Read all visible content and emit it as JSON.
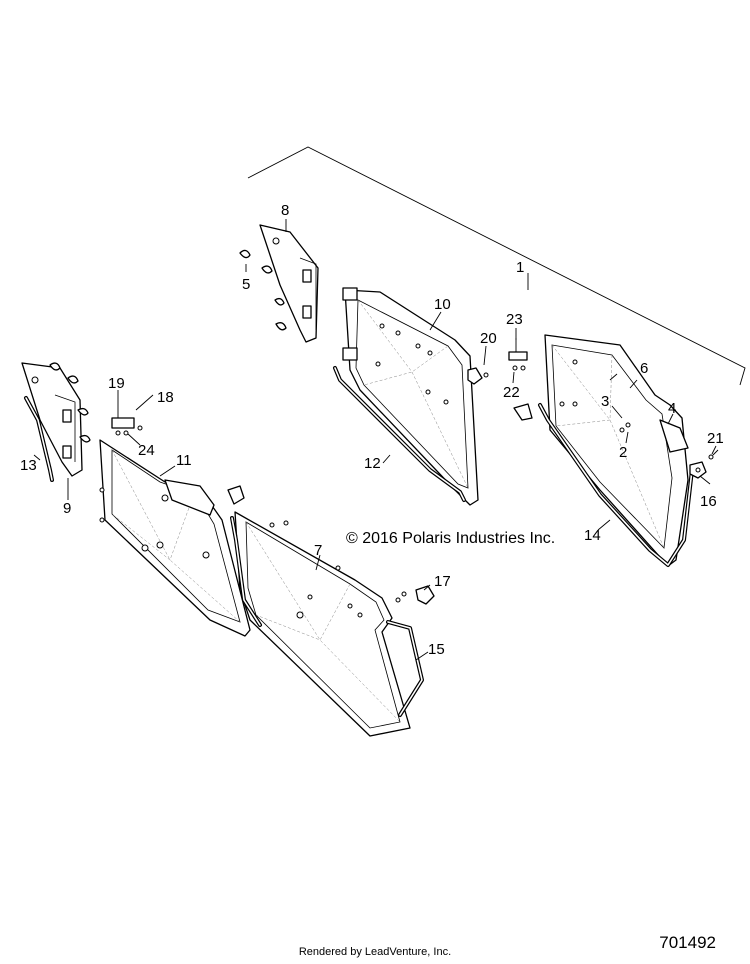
{
  "copyright": "© 2016 Polaris Industries Inc.",
  "footer": "Rendered by LeadVenture, Inc.",
  "drawing_number": "701492",
  "callouts": [
    {
      "id": "c1",
      "label": "1"
    },
    {
      "id": "c2",
      "label": "2"
    },
    {
      "id": "c3",
      "label": "3"
    },
    {
      "id": "c4",
      "label": "4"
    },
    {
      "id": "c5",
      "label": "5"
    },
    {
      "id": "c6",
      "label": "6"
    },
    {
      "id": "c7",
      "label": "7"
    },
    {
      "id": "c8",
      "label": "8"
    },
    {
      "id": "c9",
      "label": "9"
    },
    {
      "id": "c10",
      "label": "10"
    },
    {
      "id": "c11",
      "label": "11"
    },
    {
      "id": "c12",
      "label": "12"
    },
    {
      "id": "c13",
      "label": "13"
    },
    {
      "id": "c14",
      "label": "14"
    },
    {
      "id": "c15",
      "label": "15"
    },
    {
      "id": "c16",
      "label": "16"
    },
    {
      "id": "c17",
      "label": "17"
    },
    {
      "id": "c18",
      "label": "18"
    },
    {
      "id": "c19",
      "label": "19"
    },
    {
      "id": "c20",
      "label": "20"
    },
    {
      "id": "c21",
      "label": "21"
    },
    {
      "id": "c22",
      "label": "22"
    },
    {
      "id": "c23",
      "label": "23"
    },
    {
      "id": "c24",
      "label": "24"
    }
  ]
}
